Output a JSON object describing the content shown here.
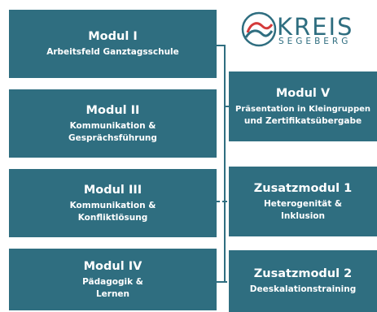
{
  "logo": {
    "name": "KREIS",
    "subname": "SEGEBERG"
  },
  "modules": [
    {
      "title": "Modul I",
      "lines": [
        "Arbeitsfeld Ganztagsschule"
      ]
    },
    {
      "title": "Modul II",
      "lines": [
        "Kommunikation &",
        "Gesprächsführung"
      ]
    },
    {
      "title": "Modul III",
      "lines": [
        "Kommunikation &",
        "Konfliktlösung"
      ]
    },
    {
      "title": "Modul IV",
      "lines": [
        "Pädagogik &",
        "Lernen"
      ]
    }
  ],
  "right_modules": [
    {
      "title": "Modul V",
      "lines": [
        "Präsentation in Kleingruppen",
        "und Zertifikatsübergabe"
      ]
    },
    {
      "title": "Zusatzmodul 1",
      "lines": [
        "Heterogenität  &",
        "Inklusion"
      ]
    },
    {
      "title": "Zusatzmodul 2",
      "lines": [
        "Deeskalationstraining"
      ]
    }
  ],
  "colors": {
    "box": "#2f6e80",
    "logo_red": "#d43a3a",
    "logo_blue": "#2f6e80"
  }
}
